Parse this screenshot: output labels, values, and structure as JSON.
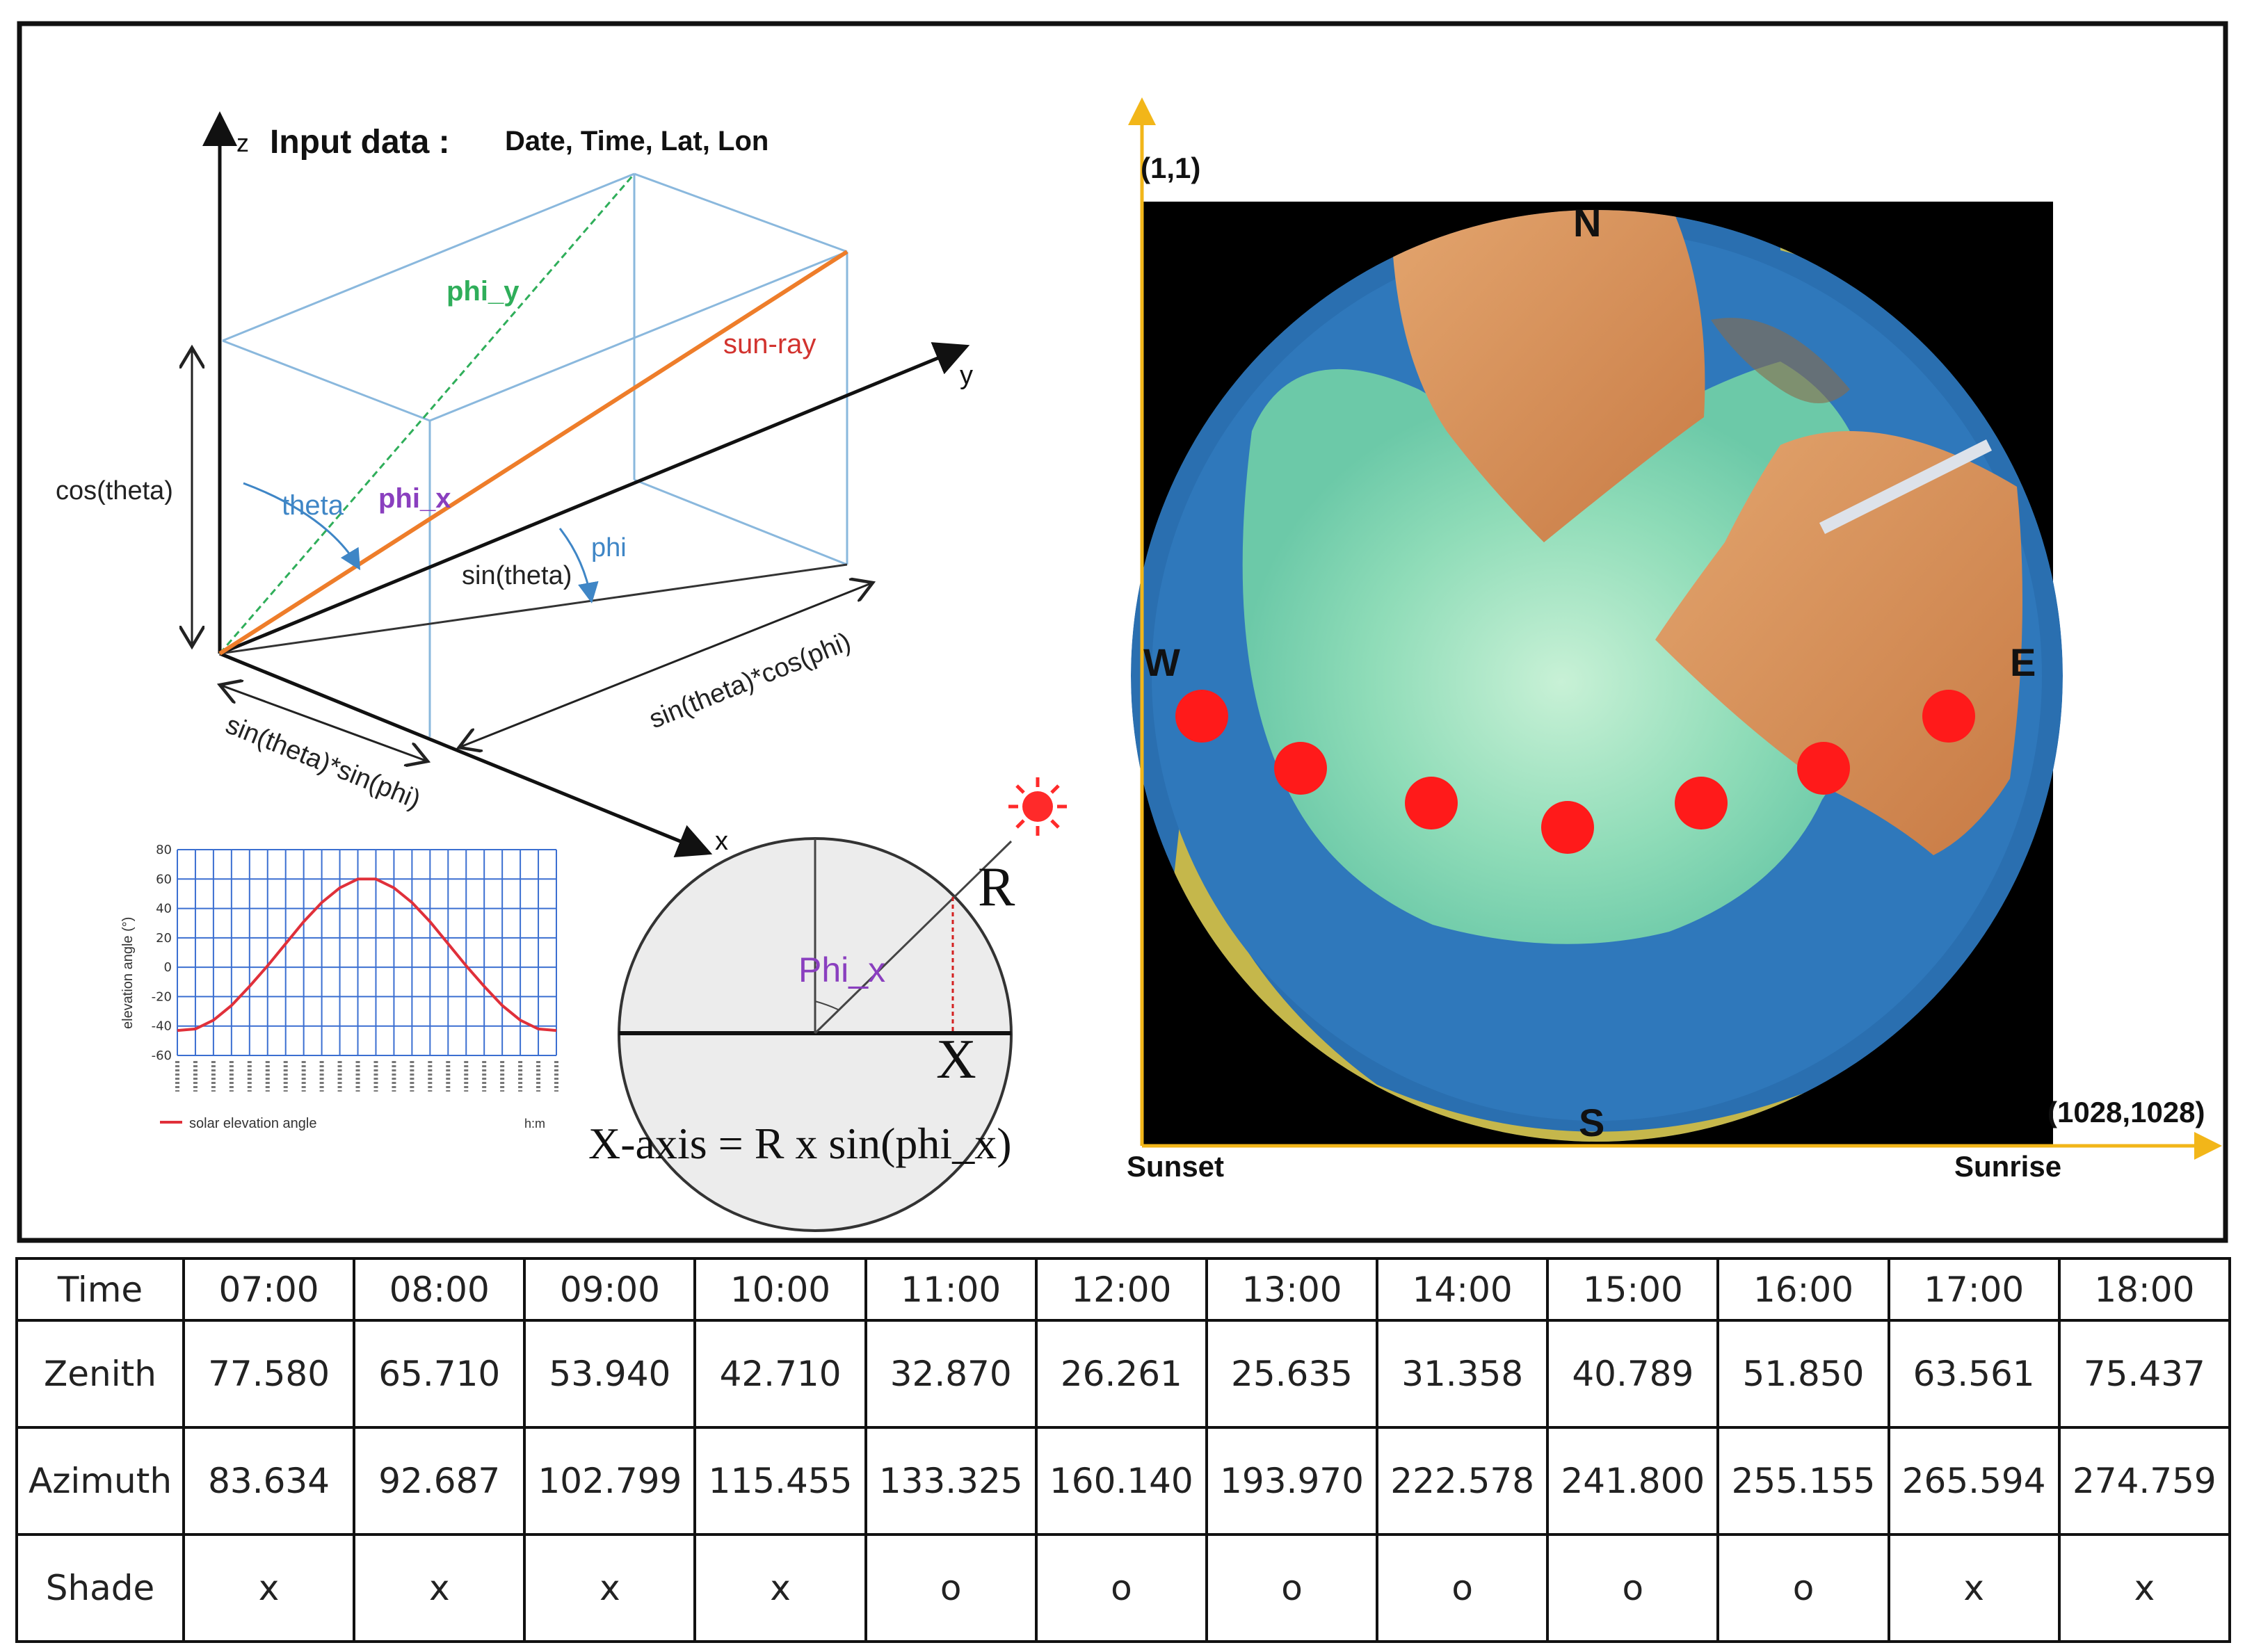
{
  "diagram": {
    "input_label": "Input data :",
    "input_values": "Date, Time, Lat, Lon",
    "axis_z": "z",
    "axis_y": "y",
    "axis_x": "x",
    "phi_y": "phi_y",
    "sun_ray": "sun-ray",
    "cos_theta": "cos(theta)",
    "theta": "theta",
    "phi_x": "phi_x",
    "phi": "phi",
    "sin_theta": "sin(theta)",
    "sin_theta_cos_phi": "sin(theta)*cos(phi)",
    "sin_theta_sin_phi": "sin(theta)*sin(phi)"
  },
  "circle_diagram": {
    "phi_x_label": "Phi_x",
    "r_label": "R",
    "x_label": "X",
    "equation": "X-axis = R x sin(phi_x)"
  },
  "mini_chart": {
    "chart_data": {
      "type": "line",
      "ylabel": "elevation angle (°)",
      "ylim": [
        -60,
        80
      ],
      "yticks": [
        "80",
        "60",
        "40",
        "20",
        "0",
        "-20",
        "-40",
        "-60"
      ],
      "x_unit": "h:m",
      "legend": "solar elevation angle",
      "series": [
        {
          "name": "solar elevation angle",
          "values": [
            -43,
            -42,
            -36,
            -26,
            -13,
            1,
            16,
            31,
            44,
            54,
            60,
            60,
            54,
            44,
            31,
            16,
            1,
            -13,
            -26,
            -36,
            -42,
            -43
          ]
        }
      ]
    }
  },
  "fisheye": {
    "origin_label": "(1,1)",
    "end_label": "(1028,1028)",
    "north": "N",
    "south": "S",
    "east": "E",
    "west": "W",
    "sunset": "Sunset",
    "sunrise": "Sunrise",
    "accent_color": "#f2b619",
    "sun_dot_color": "#ff1a1a"
  },
  "table": {
    "headers": [
      "Time",
      "07:00",
      "08:00",
      "09:00",
      "10:00",
      "11:00",
      "12:00",
      "13:00",
      "14:00",
      "15:00",
      "16:00",
      "17:00",
      "18:00"
    ],
    "zenith": [
      "Zenith",
      "77.580",
      "65.710",
      "53.940",
      "42.710",
      "32.870",
      "26.261",
      "25.635",
      "31.358",
      "40.789",
      "51.850",
      "63.561",
      "75.437"
    ],
    "azimuth": [
      "Azimuth",
      "83.634",
      "92.687",
      "102.799",
      "115.455",
      "133.325",
      "160.140",
      "193.970",
      "222.578",
      "241.800",
      "255.155",
      "265.594",
      "274.759"
    ],
    "shade": [
      "Shade",
      "x",
      "x",
      "x",
      "x",
      "o",
      "o",
      "o",
      "o",
      "o",
      "o",
      "x",
      "x"
    ]
  }
}
